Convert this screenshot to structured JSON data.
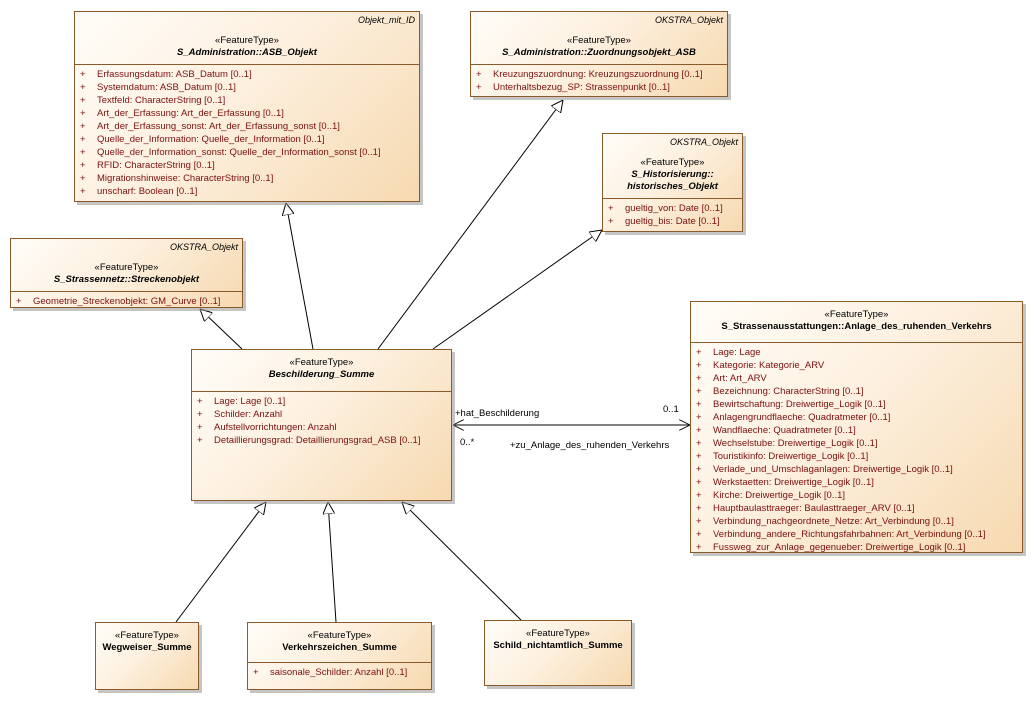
{
  "classes": {
    "asb_objekt": {
      "tag": "Objekt_mit_ID",
      "stereotype": "«FeatureType»",
      "name": "S_Administration::ASB_Objekt",
      "attributes": [
        {
          "vis": "+",
          "text": "Erfassungsdatum: ASB_Datum [0..1]"
        },
        {
          "vis": "+",
          "text": "Systemdatum: ASB_Datum [0..1]"
        },
        {
          "vis": "+",
          "text": "Textfeld: CharacterString [0..1]"
        },
        {
          "vis": "+",
          "text": "Art_der_Erfassung: Art_der_Erfassung [0..1]"
        },
        {
          "vis": "+",
          "text": "Art_der_Erfassung_sonst: Art_der_Erfassung_sonst [0..1]"
        },
        {
          "vis": "+",
          "text": "Quelle_der_Information: Quelle_der_Information [0..1]"
        },
        {
          "vis": "+",
          "text": "Quelle_der_Information_sonst: Quelle_der_Information_sonst [0..1]"
        },
        {
          "vis": "+",
          "text": "RFID: CharacterString [0..1]"
        },
        {
          "vis": "+",
          "text": "Migrationshinweise: CharacterString [0..1]"
        },
        {
          "vis": "+",
          "text": "unscharf: Boolean [0..1]"
        }
      ]
    },
    "zuordnungsobjekt": {
      "tag": "OKSTRA_Objekt",
      "stereotype": "«FeatureType»",
      "name": "S_Administration::Zuordnungsobjekt_ASB",
      "attributes": [
        {
          "vis": "+",
          "text": "Kreuzungszuordnung: Kreuzungszuordnung [0..1]"
        },
        {
          "vis": "+",
          "text": "Unterhaltsbezug_SP: Strassenpunkt [0..1]"
        }
      ]
    },
    "historisches_objekt": {
      "tag": "OKSTRA_Objekt",
      "stereotype": "«FeatureType»",
      "name_line1": "S_Historisierung::",
      "name_line2": "historisches_Objekt",
      "attributes": [
        {
          "vis": "+",
          "text": "gueltig_von: Date [0..1]"
        },
        {
          "vis": "+",
          "text": "gueltig_bis: Date [0..1]"
        }
      ]
    },
    "streckenobjekt": {
      "tag": "OKSTRA_Objekt",
      "stereotype": "«FeatureType»",
      "name": "S_Strassennetz::Streckenobjekt",
      "attributes": [
        {
          "vis": "+",
          "text": "Geometrie_Streckenobjekt: GM_Curve [0..1]"
        }
      ]
    },
    "beschilderung_summe": {
      "stereotype": "«FeatureType»",
      "name": "Beschilderung_Summe",
      "attributes": [
        {
          "vis": "+",
          "text": "Lage: Lage [0..1]"
        },
        {
          "vis": "+",
          "text": "Schilder: Anzahl"
        },
        {
          "vis": "+",
          "text": "Aufstellvorrichtungen: Anzahl"
        },
        {
          "vis": "+",
          "text": "Detaillierungsgrad: Detaillierungsgrad_ASB [0..1]"
        }
      ]
    },
    "anlage_ruhender_verkehr": {
      "stereotype": "«FeatureType»",
      "name": "S_Strassenausstattungen::Anlage_des_ruhenden_Verkehrs",
      "attributes": [
        {
          "vis": "+",
          "text": "Lage: Lage"
        },
        {
          "vis": "+",
          "text": "Kategorie: Kategorie_ARV"
        },
        {
          "vis": "+",
          "text": "Art: Art_ARV"
        },
        {
          "vis": "+",
          "text": "Bezeichnung: CharacterString [0..1]"
        },
        {
          "vis": "+",
          "text": "Bewirtschaftung: Dreiwertige_Logik [0..1]"
        },
        {
          "vis": "+",
          "text": "Anlagengrundflaeche: Quadratmeter [0..1]"
        },
        {
          "vis": "+",
          "text": "Wandflaeche: Quadratmeter [0..1]"
        },
        {
          "vis": "+",
          "text": "Wechselstube: Dreiwertige_Logik [0..1]"
        },
        {
          "vis": "+",
          "text": "Touristikinfo: Dreiwertige_Logik [0..1]"
        },
        {
          "vis": "+",
          "text": "Verlade_und_Umschlaganlagen: Dreiwertige_Logik [0..1]"
        },
        {
          "vis": "+",
          "text": "Werkstaetten: Dreiwertige_Logik [0..1]"
        },
        {
          "vis": "+",
          "text": "Kirche: Dreiwertige_Logik [0..1]"
        },
        {
          "vis": "+",
          "text": "Hauptbaulasttraeger: Baulasttraeger_ARV [0..1]"
        },
        {
          "vis": "+",
          "text": "Verbindung_nachgeordnete_Netze: Art_Verbindung [0..1]"
        },
        {
          "vis": "+",
          "text": "Verbindung_andere_Richtungsfahrbahnen: Art_Verbindung [0..1]"
        },
        {
          "vis": "+",
          "text": "Fussweg_zur_Anlage_gegenueber: Dreiwertige_Logik [0..1]"
        }
      ]
    },
    "wegweiser_summe": {
      "stereotype": "«FeatureType»",
      "name": "Wegweiser_Summe"
    },
    "verkehrszeichen_summe": {
      "stereotype": "«FeatureType»",
      "name": "Verkehrszeichen_Summe",
      "attributes": [
        {
          "vis": "+",
          "text": "saisonale_Schilder: Anzahl [0..1]"
        }
      ]
    },
    "schild_nichtamtlich_summe": {
      "stereotype": "«FeatureType»",
      "name": "Schild_nichtamtlich_Summe"
    }
  },
  "association": {
    "role_source": "+hat_Beschilderung",
    "mult_source": "0..*",
    "role_target": "+zu_Anlage_des_ruhenden_Verkehrs",
    "mult_target": "0..1"
  },
  "colors": {
    "border": "#8a5a2b",
    "attribute_text": "#7a1010",
    "fill_light": "#fffdf9",
    "fill_dark": "#f6d9b0"
  }
}
